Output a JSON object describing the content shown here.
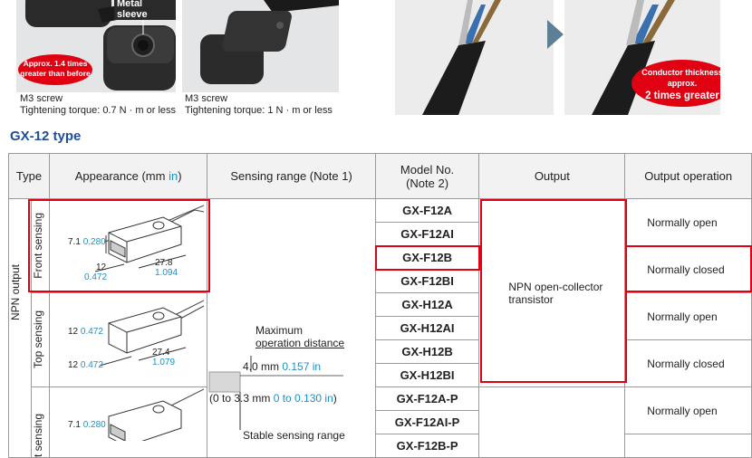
{
  "photos": {
    "left": {
      "label_metal_sleeve": "Metal sleeve",
      "badge_line1": "Approx. 1.4 times",
      "badge_line2": "greater than before",
      "screw": "M3 screw",
      "torque": "Tightening torque: 0.7 N · m or less"
    },
    "middle": {
      "screw": "M3 screw",
      "torque": "Tightening torque: 1 N · m or less"
    },
    "right": {
      "badge_line1": "Conductor thickness approx.",
      "badge_line2": "2 times greater"
    },
    "colors": {
      "badge_red": "#e00012",
      "arrow": "#5f7f96"
    }
  },
  "section_title": "GX-12 type",
  "table": {
    "headers": {
      "type": "Type",
      "appearance": "Appearance (mm ",
      "appearance_unit": "in",
      "appearance_close": ")",
      "sensing_range": "Sensing range (Note 1)",
      "model_line1": "Model No.",
      "model_line2": "(Note 2)",
      "output": "Output",
      "output_operation": "Output operation"
    },
    "npn_output": "NPN output",
    "front_sensing": "Front sensing",
    "top_sensing": "Top sensing",
    "front_sensing_partial": "t sensing",
    "models": [
      "GX-F12A",
      "GX-F12AI",
      "GX-F12B",
      "GX-F12BI",
      "GX-H12A",
      "GX-H12AI",
      "GX-H12B",
      "GX-H12BI",
      "GX-F12A-P",
      "GX-F12AI-P",
      "GX-F12B-P"
    ],
    "output_npn": "NPN open-collector transistor",
    "ops": [
      "Normally open",
      "Normally closed",
      "Normally open",
      "Normally closed",
      "Normally open"
    ],
    "sensing": {
      "max_line1": "Maximum",
      "max_line2": "operation distance",
      "max_value": "4.0 mm ",
      "max_value_in": "0.157 in",
      "stable_open": "(0 to 3.3 mm ",
      "stable_in": "0 to 0.130 in",
      "stable_close": ")",
      "stable_label": "Stable sensing range"
    },
    "dims": {
      "front": {
        "h_mm": "7.1",
        "h_in": "0.280",
        "w_mm": "12",
        "w_in": "0.472",
        "l_mm": "27.8",
        "l_in": "1.094"
      },
      "top": {
        "h_mm": "12",
        "h_in": "0.472",
        "w_mm": "12",
        "w_in": "0.472",
        "l_mm": "27.4",
        "l_in": "1.079"
      },
      "front2": {
        "h_mm": "7.1",
        "h_in": "0.280"
      }
    }
  }
}
